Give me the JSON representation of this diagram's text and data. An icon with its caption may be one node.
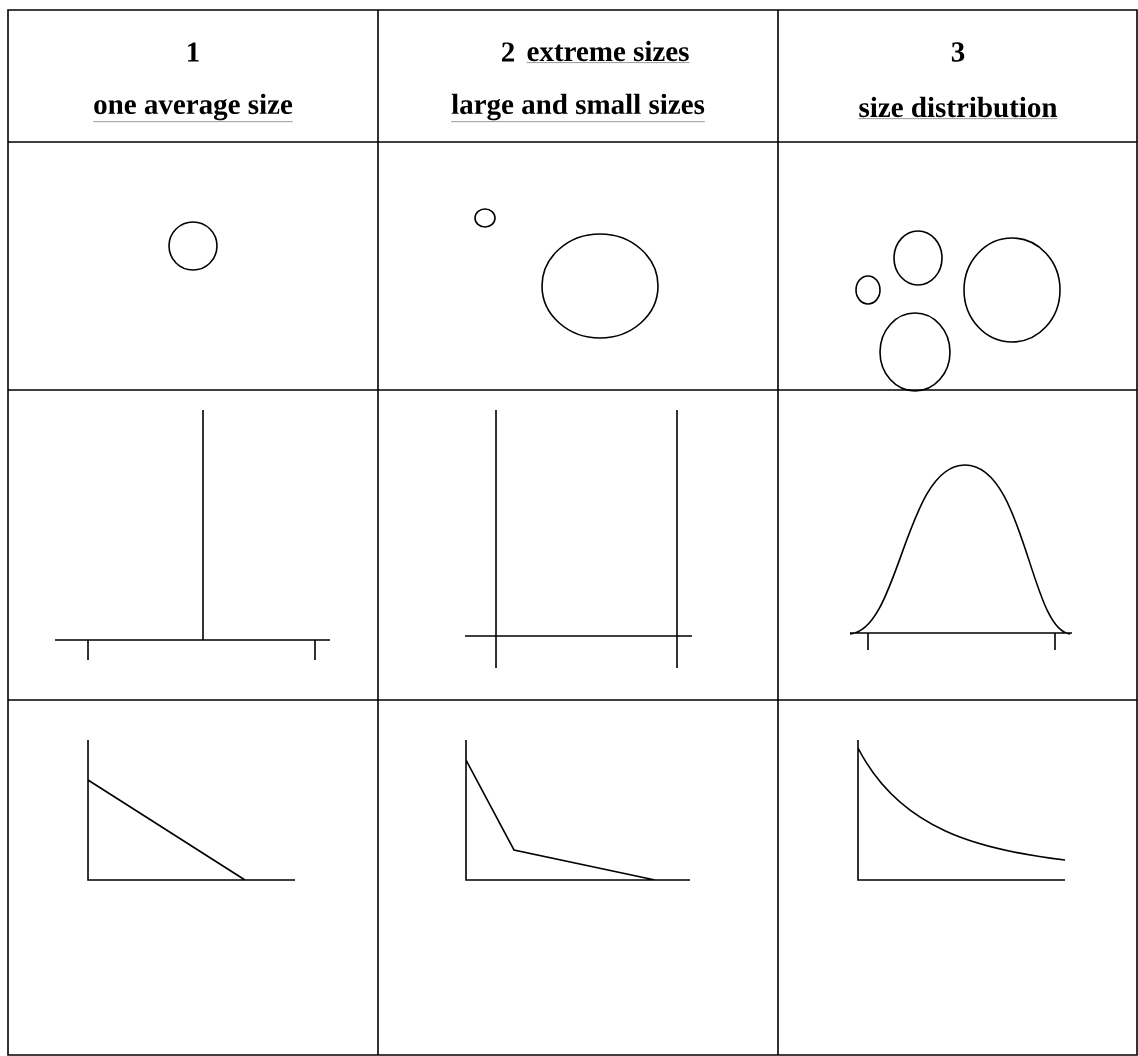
{
  "diagram": {
    "labels": [
      "1",
      "one average size",
      "2",
      "extreme sizes",
      "large and small sizes",
      "3",
      "size distribution"
    ]
  }
}
